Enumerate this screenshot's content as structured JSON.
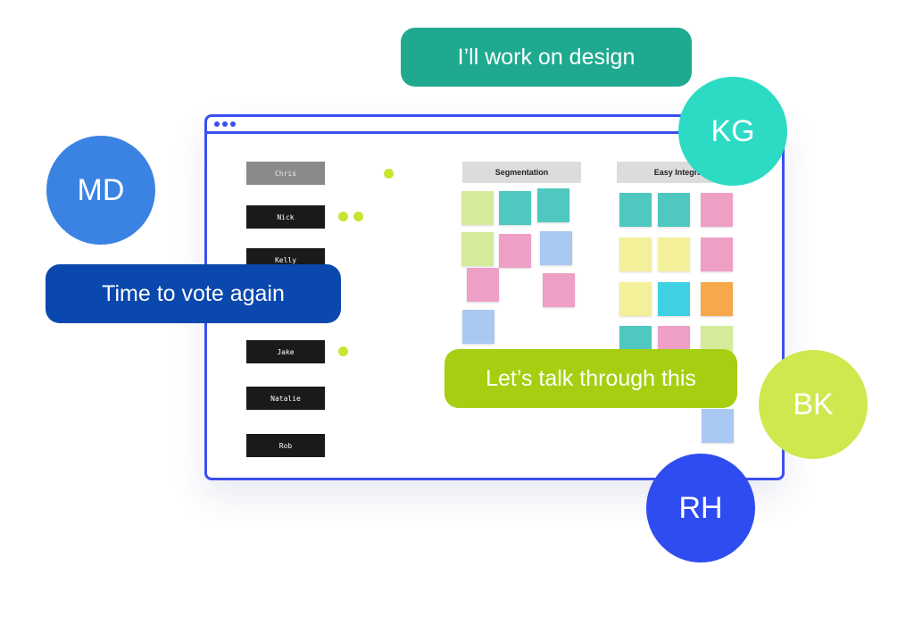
{
  "colors": {
    "window_border": "#3b4ff0",
    "vote_dot": "#c9e533",
    "sticky_green": "#d4ec9a",
    "sticky_teal": "#4fc8c0",
    "sticky_blue": "#a9c8f2",
    "sticky_pink": "#ee9fc6",
    "sticky_yellow": "#f4f09a",
    "sticky_orange": "#f6a94a",
    "sticky_cyan": "#3fd1e3"
  },
  "board": {
    "participants": [
      "Chris",
      "Nick",
      "Kelly",
      "Jake",
      "Natalie",
      "Rob"
    ],
    "columns": {
      "segmentation": "Segmentation",
      "integration": "Easy Integrat"
    }
  },
  "bubbles": {
    "design": "I’ll work on design",
    "vote": "Time to vote again",
    "talk": "Let’s talk through this"
  },
  "avatars": {
    "md": "MD",
    "kg": "KG",
    "bk": "BK",
    "rh": "RH"
  }
}
